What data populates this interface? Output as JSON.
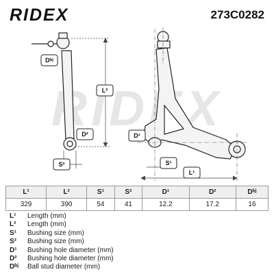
{
  "header": {
    "brand": "RIDEX",
    "part_number": "273C0282"
  },
  "labels": {
    "L1": "L¹",
    "L2": "L²",
    "S1": "S¹",
    "S2": "S²",
    "D1": "D¹",
    "D2": "D²",
    "Dbj": "Dᵇʲ"
  },
  "specs": {
    "headers": [
      "L¹",
      "L²",
      "S¹",
      "S²",
      "D¹",
      "D²",
      "Dᵇʲ"
    ],
    "values": [
      "329",
      "390",
      "54",
      "41",
      "12.2",
      "17.2",
      "16"
    ]
  },
  "legend": [
    {
      "symbol": "L¹",
      "description": "Length (mm)"
    },
    {
      "symbol": "L²",
      "description": "Length (mm)"
    },
    {
      "symbol": "S¹",
      "description": "Bushing size (mm)"
    },
    {
      "symbol": "S²",
      "description": "Bushing size (mm)"
    },
    {
      "symbol": "D¹",
      "description": "Bushing hole diameter (mm)"
    },
    {
      "symbol": "D²",
      "description": "Bushing hole diameter (mm)"
    },
    {
      "symbol": "Dᵇʲ",
      "description": "Ball stud diameter (mm)"
    }
  ]
}
